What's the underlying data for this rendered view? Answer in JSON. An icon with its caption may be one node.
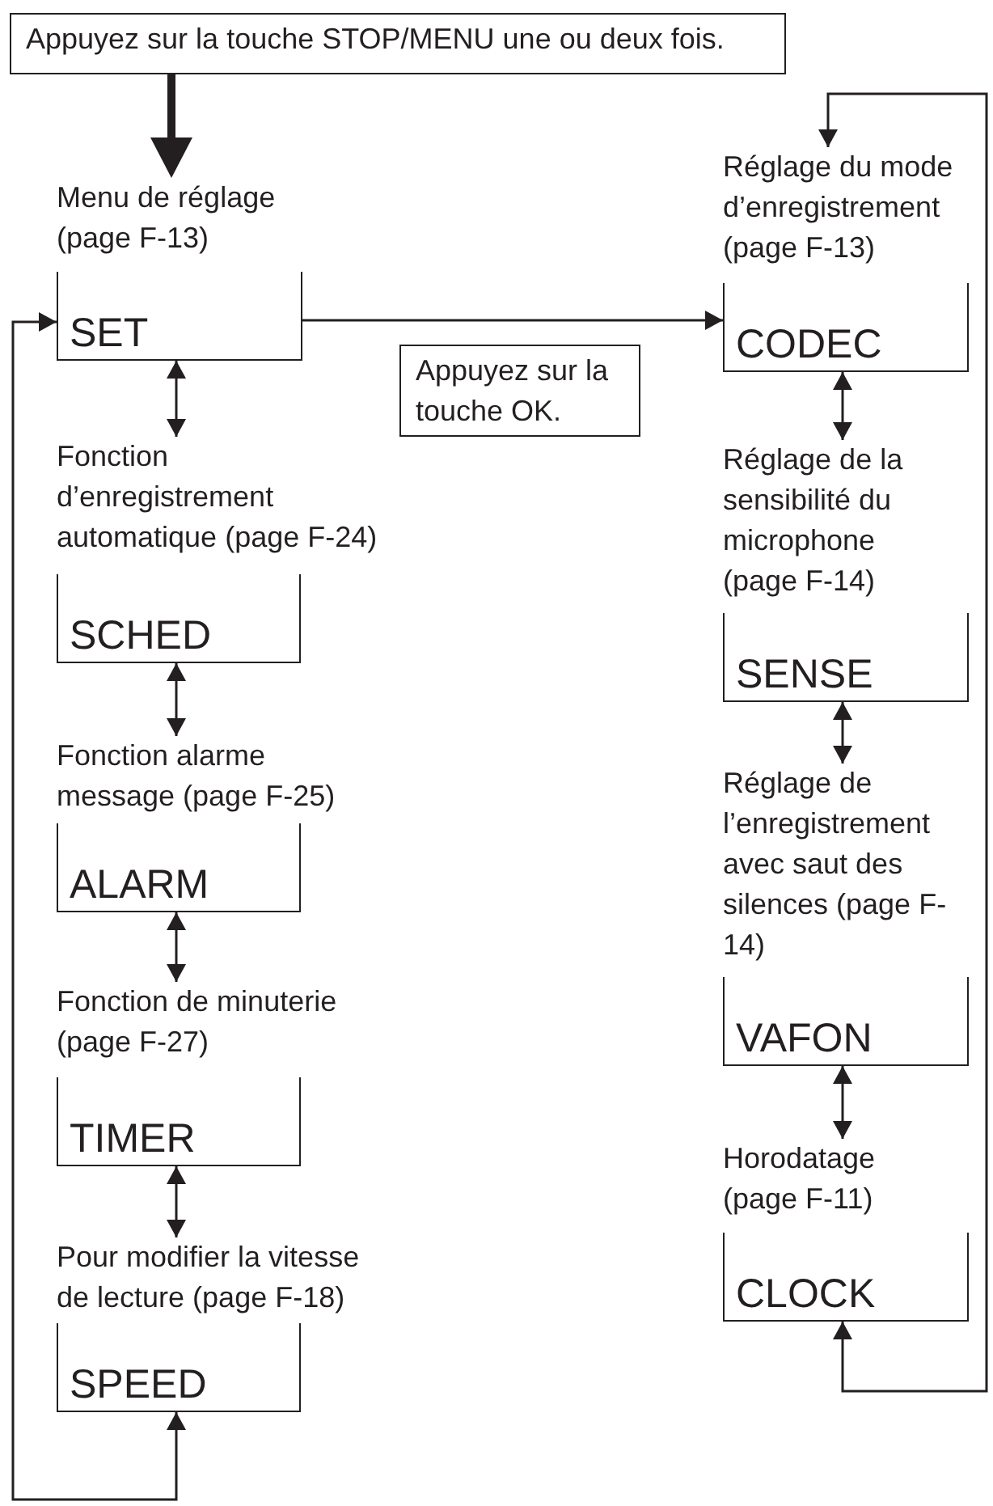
{
  "diagram": {
    "nodes": [
      {
        "text": [
          "Appuyez sur la touche STOP/MENU une ou deux fois."
        ]
      },
      {
        "text": [
          "Menu de réglage (page F-13)",
          "SET"
        ]
      },
      {
        "text": [
          "Fonction d’enregistrement automatique (page F-24)",
          "SCHED"
        ]
      },
      {
        "text": [
          "Fonction alarme message (page F-25)",
          "ALARM"
        ]
      },
      {
        "text": [
          "Fonction de minuterie (page F-27)",
          "TIMER"
        ]
      },
      {
        "text": [
          "Pour modifier la vitesse de lecture (page F-18)",
          "SPEED"
        ]
      },
      {
        "text": [
          "Appuyez sur la touche OK."
        ]
      },
      {
        "text": [
          "Réglage du mode d’enregistrement (page F-13)",
          "CODEC"
        ]
      },
      {
        "text": [
          "Réglage de la sensibilité du microphone (page F-14)",
          "SENSE"
        ]
      },
      {
        "text": [
          "Réglage de l’enregistrement avec saut des silences (page F-14)",
          "VAFON"
        ]
      },
      {
        "text": [
          "Horodatage (page F-11)",
          "CLOCK"
        ]
      }
    ],
    "edges": [
      {
        "from": 0,
        "to": 1,
        "arrow": "to",
        "style": "thick"
      },
      {
        "from": 1,
        "to": 2,
        "arrow": "both"
      },
      {
        "from": 2,
        "to": 3,
        "arrow": "both"
      },
      {
        "from": 3,
        "to": 4,
        "arrow": "both"
      },
      {
        "from": 4,
        "to": 5,
        "arrow": "both"
      },
      {
        "from": 5,
        "to": 1,
        "arrow": "both"
      },
      {
        "from": 1,
        "to": 7,
        "arrow": "to"
      },
      {
        "from": 7,
        "to": 8,
        "arrow": "both"
      },
      {
        "from": 8,
        "to": 9,
        "arrow": "both"
      },
      {
        "from": 9,
        "to": 10,
        "arrow": "both"
      },
      {
        "from": 10,
        "to": 7,
        "arrow": "both"
      }
    ]
  }
}
